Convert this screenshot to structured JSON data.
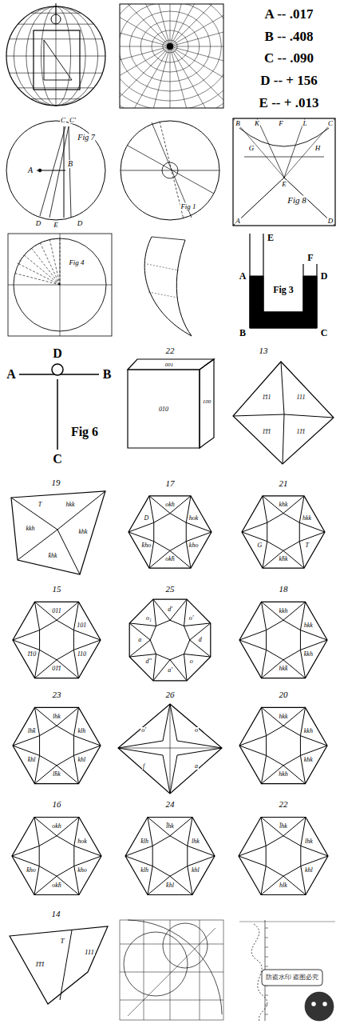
{
  "diagram": {
    "labels": [
      "A -- .017",
      "B -- .408",
      "C -- .090",
      "D -- + 156",
      "E -- + .013",
      "C",
      "C'",
      "Fig 7",
      "A",
      "B",
      "D",
      "E",
      "D",
      "Fig 1",
      "B",
      "K",
      "F",
      "L",
      "C",
      "G",
      "H",
      "E",
      "Fig 8",
      "A",
      "D",
      "Fig 4",
      "E",
      "F",
      "A",
      "D",
      "Fig 3",
      "B",
      "C",
      "D",
      "A",
      "B",
      "C",
      "Fig 6",
      "22",
      "001",
      "010",
      "100",
      "13",
      "111",
      "1̄11",
      "11̄1",
      "1̄1̄1",
      "19",
      "T",
      "hkk",
      "kkh",
      "khk",
      "k̄hk",
      "17",
      "okh",
      "hok",
      "kho",
      "okh̄",
      "k̄ho",
      "D",
      "21",
      "khk",
      "hkk",
      "T",
      "kh̄k",
      "G",
      "15",
      "011",
      "101",
      "110",
      "01̄1",
      "1̄10",
      "25",
      "d'",
      "o'",
      "d",
      "o",
      "a'",
      "d''",
      "a",
      "o₁",
      "18",
      "kkh",
      "hkk",
      "k̄kh",
      "hkk̄",
      "23",
      "lhk",
      "klh",
      "khl",
      "lh̄k",
      "k̄hl",
      "lhk̄",
      "26",
      "o'",
      "o",
      "a",
      "f",
      "20",
      "hkk",
      "kkh",
      "khk",
      "hkh",
      "16",
      "okh",
      "hok",
      "kho",
      "okh̄",
      "k̄ho",
      "24",
      "l̄hk",
      "lhk",
      "khl",
      "k̄hl",
      "klh",
      "k̄lh",
      "22",
      "l̄hk",
      "lhk",
      "khl",
      "hlk",
      "14",
      "T",
      "111",
      "1̄1̄1",
      "防盗水印 盗图必究"
    ]
  }
}
